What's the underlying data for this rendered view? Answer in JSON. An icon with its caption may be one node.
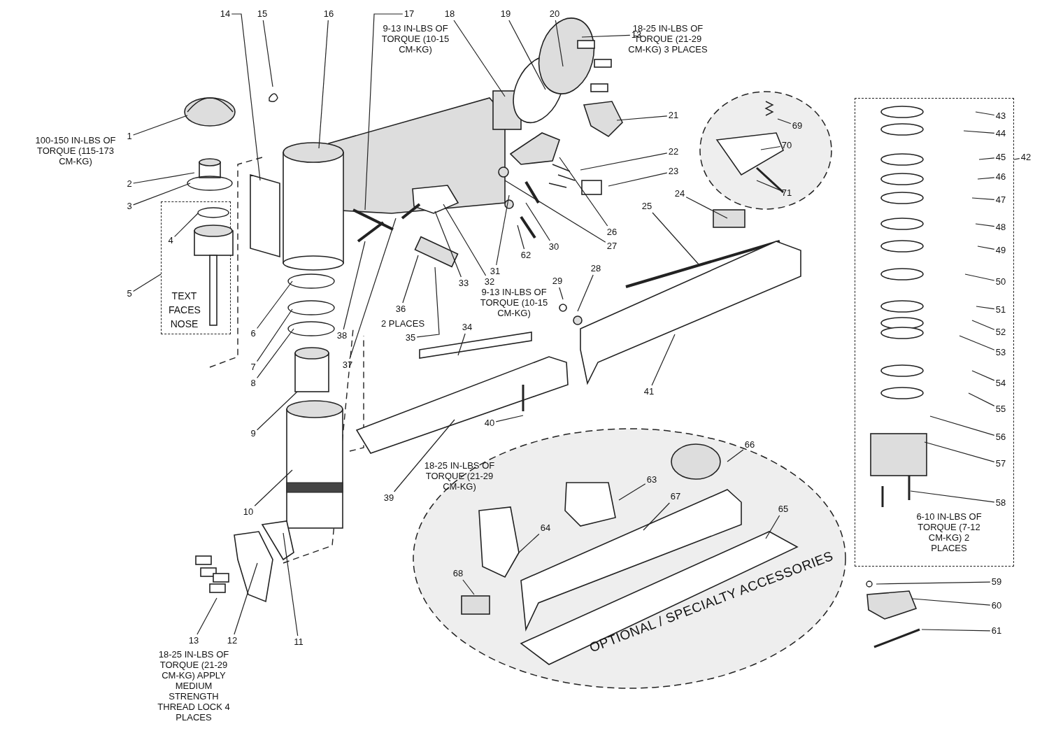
{
  "diagram": {
    "nodes": [
      {
        "text": [
          "TEXT FACES NOSE"
        ]
      },
      {
        "text": [],
        "shape": "box"
      },
      {
        "text": [
          "OPTIONAL / SPECIALTY ACCESSORIES"
        ]
      },
      {
        "text": [],
        "shape": "ellipse"
      },
      {
        "text": [
          "1"
        ]
      },
      {
        "text": [
          "2"
        ]
      },
      {
        "text": [
          "3"
        ]
      },
      {
        "text": [
          "4"
        ],
        "in": 0
      },
      {
        "text": [
          "5"
        ]
      },
      {
        "text": [
          "6"
        ]
      },
      {
        "text": [
          "7"
        ]
      },
      {
        "text": [
          "8"
        ]
      },
      {
        "text": [
          "9"
        ]
      },
      {
        "text": [
          "10"
        ]
      },
      {
        "text": [
          "11"
        ]
      },
      {
        "text": [
          "12"
        ]
      },
      {
        "text": [
          "13"
        ],
        "beside": [
          "18-25 IN-LBS OF TORQUE (21-29 CM-KG) APPLY MEDIUM STRENGTH THREAD LOCK 4 PLACES"
        ]
      },
      {
        "text": [
          "13"
        ],
        "beside": [
          "18-25 IN-LBS OF TORQUE (21-29 CM-KG) 3 PLACES"
        ]
      },
      {
        "text": [
          "14"
        ]
      },
      {
        "text": [
          "15"
        ]
      },
      {
        "text": [
          "16"
        ]
      },
      {
        "text": [
          "17"
        ],
        "beside": [
          "9-13 IN-LBS OF TORQUE (10-15 CM-KG)"
        ]
      },
      {
        "text": [
          "18"
        ]
      },
      {
        "text": [
          "19"
        ]
      },
      {
        "text": [
          "20"
        ]
      },
      {
        "text": [
          "21"
        ]
      },
      {
        "text": [
          "22"
        ]
      },
      {
        "text": [
          "23"
        ]
      },
      {
        "text": [
          "24"
        ]
      },
      {
        "text": [
          "25"
        ]
      },
      {
        "text": [
          "26"
        ]
      },
      {
        "text": [
          "27"
        ]
      },
      {
        "text": [
          "28"
        ]
      },
      {
        "text": [
          "29"
        ]
      },
      {
        "text": [
          "30"
        ]
      },
      {
        "text": [
          "31"
        ]
      },
      {
        "text": [
          "32"
        ],
        "beside": [
          "9-13  IN-LBS OF TORQUE (10-15 CM-KG)"
        ]
      },
      {
        "text": [
          "33"
        ]
      },
      {
        "text": [
          "34"
        ]
      },
      {
        "text": [
          "35"
        ]
      },
      {
        "text": [
          "36"
        ],
        "beside": [
          "2 PLACES"
        ]
      },
      {
        "text": [
          "37"
        ]
      },
      {
        "text": [
          "38"
        ]
      },
      {
        "text": [
          "39"
        ]
      },
      {
        "text": [
          "40"
        ]
      },
      {
        "text": [
          "41"
        ]
      },
      {
        "text": [
          "42"
        ]
      },
      {
        "text": [
          "43"
        ],
        "in": 1
      },
      {
        "text": [
          "44"
        ],
        "in": 1
      },
      {
        "text": [
          "45"
        ],
        "in": 1
      },
      {
        "text": [
          "46"
        ],
        "in": 1
      },
      {
        "text": [
          "47"
        ],
        "in": 1
      },
      {
        "text": [
          "48"
        ],
        "in": 1
      },
      {
        "text": [
          "49"
        ],
        "in": 1
      },
      {
        "text": [
          "50"
        ],
        "in": 1
      },
      {
        "text": [
          "51"
        ],
        "in": 1
      },
      {
        "text": [
          "52"
        ],
        "in": 1
      },
      {
        "text": [
          "53"
        ],
        "in": 1
      },
      {
        "text": [
          "54"
        ],
        "in": 1
      },
      {
        "text": [
          "55"
        ],
        "in": 1
      },
      {
        "text": [
          "56"
        ],
        "in": 1
      },
      {
        "text": [
          "57"
        ],
        "in": 1
      },
      {
        "text": [
          "58"
        ],
        "in": 1,
        "beside": [
          "6-10 IN-LBS OF TORQUE (7-12 CM-KG) 2 PLACES"
        ]
      },
      {
        "text": [
          "59"
        ]
      },
      {
        "text": [
          "60"
        ]
      },
      {
        "text": [
          "61"
        ]
      },
      {
        "text": [
          "62"
        ]
      },
      {
        "text": [
          "63"
        ],
        "in": 2
      },
      {
        "text": [
          "64"
        ],
        "in": 2
      },
      {
        "text": [
          "65"
        ],
        "in": 2
      },
      {
        "text": [
          "66"
        ],
        "in": 2
      },
      {
        "text": [
          "67"
        ],
        "in": 2
      },
      {
        "text": [
          "68"
        ],
        "in": 2
      },
      {
        "text": [
          "69"
        ],
        "in": 3
      },
      {
        "text": [
          "70"
        ],
        "in": 3
      },
      {
        "text": [
          "71"
        ],
        "in": 3
      }
    ],
    "edges": [
      {
        "from": 4,
        "to": null,
        "arrow": "none"
      },
      {
        "from": 5,
        "to": null,
        "arrow": "none"
      },
      {
        "from": 6,
        "to": null,
        "arrow": "none"
      },
      {
        "from": 7,
        "to": null,
        "arrow": "none"
      },
      {
        "from": 8,
        "to": 0,
        "arrow": "none"
      },
      {
        "from": 9,
        "to": null,
        "arrow": "none"
      },
      {
        "from": 10,
        "to": null,
        "arrow": "none"
      },
      {
        "from": 11,
        "to": null,
        "arrow": "none"
      },
      {
        "from": 12,
        "to": null,
        "arrow": "none"
      },
      {
        "from": 13,
        "to": null,
        "arrow": "none"
      },
      {
        "from": 14,
        "to": null,
        "arrow": "none"
      },
      {
        "from": 15,
        "to": null,
        "arrow": "none"
      },
      {
        "from": 16,
        "to": null,
        "arrow": "none"
      },
      {
        "from": 17,
        "to": null,
        "arrow": "none"
      },
      {
        "from": 18,
        "to": null,
        "arrow": "none"
      },
      {
        "from": 19,
        "to": null,
        "arrow": "none"
      },
      {
        "from": 20,
        "to": null,
        "arrow": "none"
      },
      {
        "from": 21,
        "to": null,
        "arrow": "none"
      },
      {
        "from": 22,
        "to": null,
        "arrow": "none"
      },
      {
        "from": 23,
        "to": null,
        "arrow": "none"
      },
      {
        "from": 24,
        "to": null,
        "arrow": "none"
      },
      {
        "from": 25,
        "to": null,
        "arrow": "none"
      },
      {
        "from": 26,
        "to": null,
        "arrow": "none"
      },
      {
        "from": 27,
        "to": null,
        "arrow": "none"
      },
      {
        "from": 28,
        "to": null,
        "arrow": "none"
      },
      {
        "from": 29,
        "to": null,
        "arrow": "none"
      },
      {
        "from": 30,
        "to": null,
        "arrow": "none"
      },
      {
        "from": 31,
        "to": null,
        "arrow": "none"
      },
      {
        "from": 32,
        "to": null,
        "arrow": "none"
      },
      {
        "from": 33,
        "to": null,
        "arrow": "none"
      },
      {
        "from": 34,
        "to": null,
        "arrow": "none"
      },
      {
        "from": 35,
        "to": null,
        "arrow": "none"
      },
      {
        "from": 36,
        "to": null,
        "arrow": "none"
      },
      {
        "from": 37,
        "to": null,
        "arrow": "none"
      },
      {
        "from": 38,
        "to": null,
        "arrow": "none"
      },
      {
        "from": 39,
        "to": null,
        "arrow": "none"
      },
      {
        "from": 40,
        "to": null,
        "arrow": "none"
      },
      {
        "from": 41,
        "to": null,
        "arrow": "none"
      },
      {
        "from": 42,
        "to": null,
        "arrow": "none"
      },
      {
        "from": 43,
        "to": null,
        "arrow": "none"
      },
      {
        "from": 44,
        "to": null,
        "arrow": "none"
      },
      {
        "from": 45,
        "to": null,
        "arrow": "none"
      },
      {
        "from": 46,
        "to": 1,
        "arrow": "none"
      },
      {
        "from": 47,
        "to": null,
        "arrow": "none"
      },
      {
        "from": 48,
        "to": null,
        "arrow": "none"
      },
      {
        "from": 49,
        "to": null,
        "arrow": "none"
      },
      {
        "from": 50,
        "to": null,
        "arrow": "none"
      },
      {
        "from": 51,
        "to": null,
        "arrow": "none"
      },
      {
        "from": 52,
        "to": null,
        "arrow": "none"
      },
      {
        "from": 53,
        "to": null,
        "arrow": "none"
      },
      {
        "from": 54,
        "to": null,
        "arrow": "none"
      },
      {
        "from": 55,
        "to": null,
        "arrow": "none"
      },
      {
        "from": 56,
        "to": null,
        "arrow": "none"
      },
      {
        "from": 57,
        "to": null,
        "arrow": "none"
      },
      {
        "from": 58,
        "to": null,
        "arrow": "none"
      },
      {
        "from": 59,
        "to": null,
        "arrow": "none"
      },
      {
        "from": 60,
        "to": null,
        "arrow": "none"
      },
      {
        "from": 61,
        "to": null,
        "arrow": "none"
      },
      {
        "from": 62,
        "to": null,
        "arrow": "none"
      },
      {
        "from": 63,
        "to": null,
        "arrow": "none"
      },
      {
        "from": 64,
        "to": null,
        "arrow": "none"
      },
      {
        "from": 65,
        "to": null,
        "arrow": "none"
      },
      {
        "from": 66,
        "to": null,
        "arrow": "none"
      },
      {
        "from": 67,
        "to": null,
        "arrow": "none"
      },
      {
        "from": 68,
        "to": null,
        "arrow": "none"
      },
      {
        "from": 69,
        "to": null,
        "arrow": "none"
      },
      {
        "from": 70,
        "to": null,
        "arrow": "none"
      },
      {
        "from": 71,
        "to": null,
        "arrow": "none"
      },
      {
        "from": 72,
        "to": null,
        "arrow": "none"
      },
      {
        "from": 73,
        "to": null,
        "arrow": "none"
      },
      {
        "from": 74,
        "to": null,
        "arrow": "none"
      },
      {
        "from": 75,
        "to": null,
        "arrow": "none"
      }
    ],
    "labels": [
      "100-150 IN-LBS OF TORQUE (115-173 CM-KG)",
      "18-25 IN-LBS OF TORQUE (21-29 CM-KG)"
    ]
  }
}
